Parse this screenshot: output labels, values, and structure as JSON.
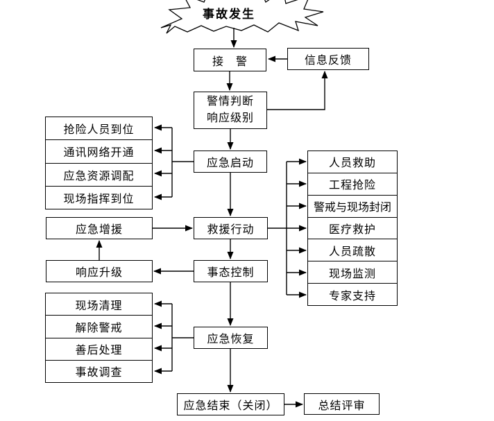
{
  "diagram": {
    "burst": {
      "label": "事故发生"
    },
    "nodes": {
      "receive_alarm": "接　警",
      "info_feedback": "信息反馈",
      "judgment_line1": "警情判断",
      "judgment_line2": "响应级别",
      "emergency_start": "应急启动",
      "emergency_reinforce": "应急增援",
      "rescue_action": "救援行动",
      "response_upgrade": "响应升级",
      "situation_control": "事态控制",
      "emergency_recovery": "应急恢复",
      "emergency_end": "应急结束（关闭）",
      "summary_review": "总结评审"
    },
    "prep_group": [
      "抢险人员到位",
      "通讯网络开通",
      "应急资源调配",
      "现场指挥到位"
    ],
    "response_group": [
      "人员救助",
      "工程抢险",
      "警戒与现场封闭",
      "医疗救护",
      "人员疏散",
      "现场监测",
      "专家支持"
    ],
    "recovery_group": [
      "现场清理",
      "解除警戒",
      "善后处理",
      "事故调查"
    ],
    "colors": {
      "line": "#000000",
      "background": "#ffffff",
      "box_fill": "#ffffff"
    }
  }
}
